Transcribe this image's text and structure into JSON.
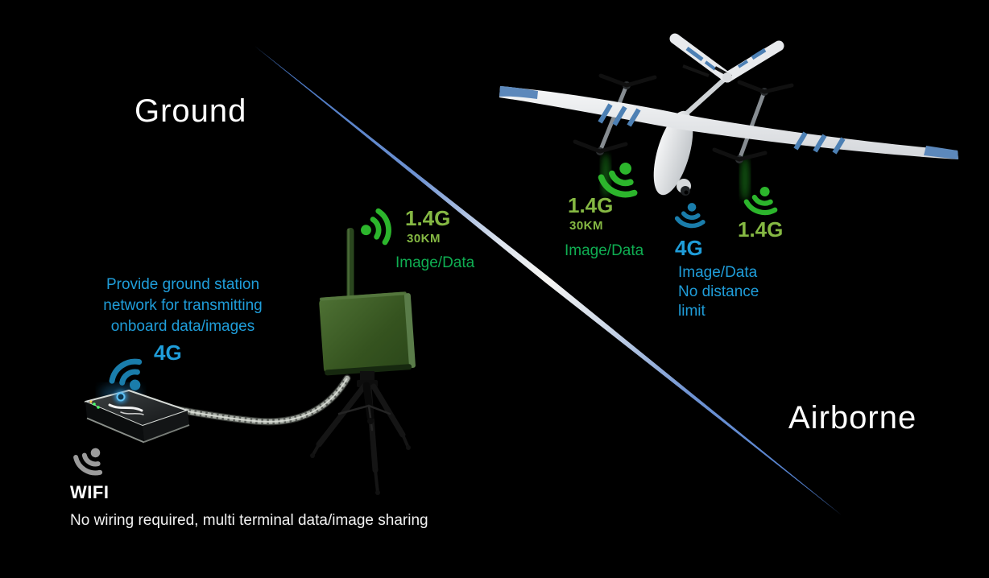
{
  "titles": {
    "ground": "Ground",
    "airborne": "Airborne"
  },
  "station_link": {
    "band": "1.4G",
    "range": "30KM",
    "payload": "Image/Data"
  },
  "uav_links": {
    "left": {
      "band": "1.4G",
      "range": "30KM",
      "payload": "Image/Data"
    },
    "center": {
      "band": "4G",
      "line1": "Image/Data",
      "line2": "No distance",
      "line3": "limit"
    },
    "right": {
      "band": "1.4G"
    }
  },
  "ground_network": {
    "note_line1": "Provide ground station",
    "note_line2": "network for transmitting",
    "note_line3": "onboard data/images",
    "band": "4G"
  },
  "wifi": {
    "label": "WIFI",
    "caption": "No wiring required, multi terminal data/image sharing"
  },
  "icons": {
    "station": "wifi-signal-icon-green",
    "uav_left": "wifi-signal-icon-green",
    "uav_center": "wifi-signal-icon-blue",
    "uav_right": "wifi-signal-icon-green",
    "router": "wifi-signal-icon-blue",
    "wifi": "wifi-signal-icon-gray"
  },
  "colors": {
    "background": "#000000",
    "signal_green": "#2cb52c",
    "lime_text": "#85b843",
    "green_text": "#0fae52",
    "blue_text": "#1f9dd9",
    "signal_blue": "#1a7dab",
    "signal_gray": "#9b9b9b",
    "divider_blue": "#4a7bd0",
    "title_white": "#ffffff"
  }
}
